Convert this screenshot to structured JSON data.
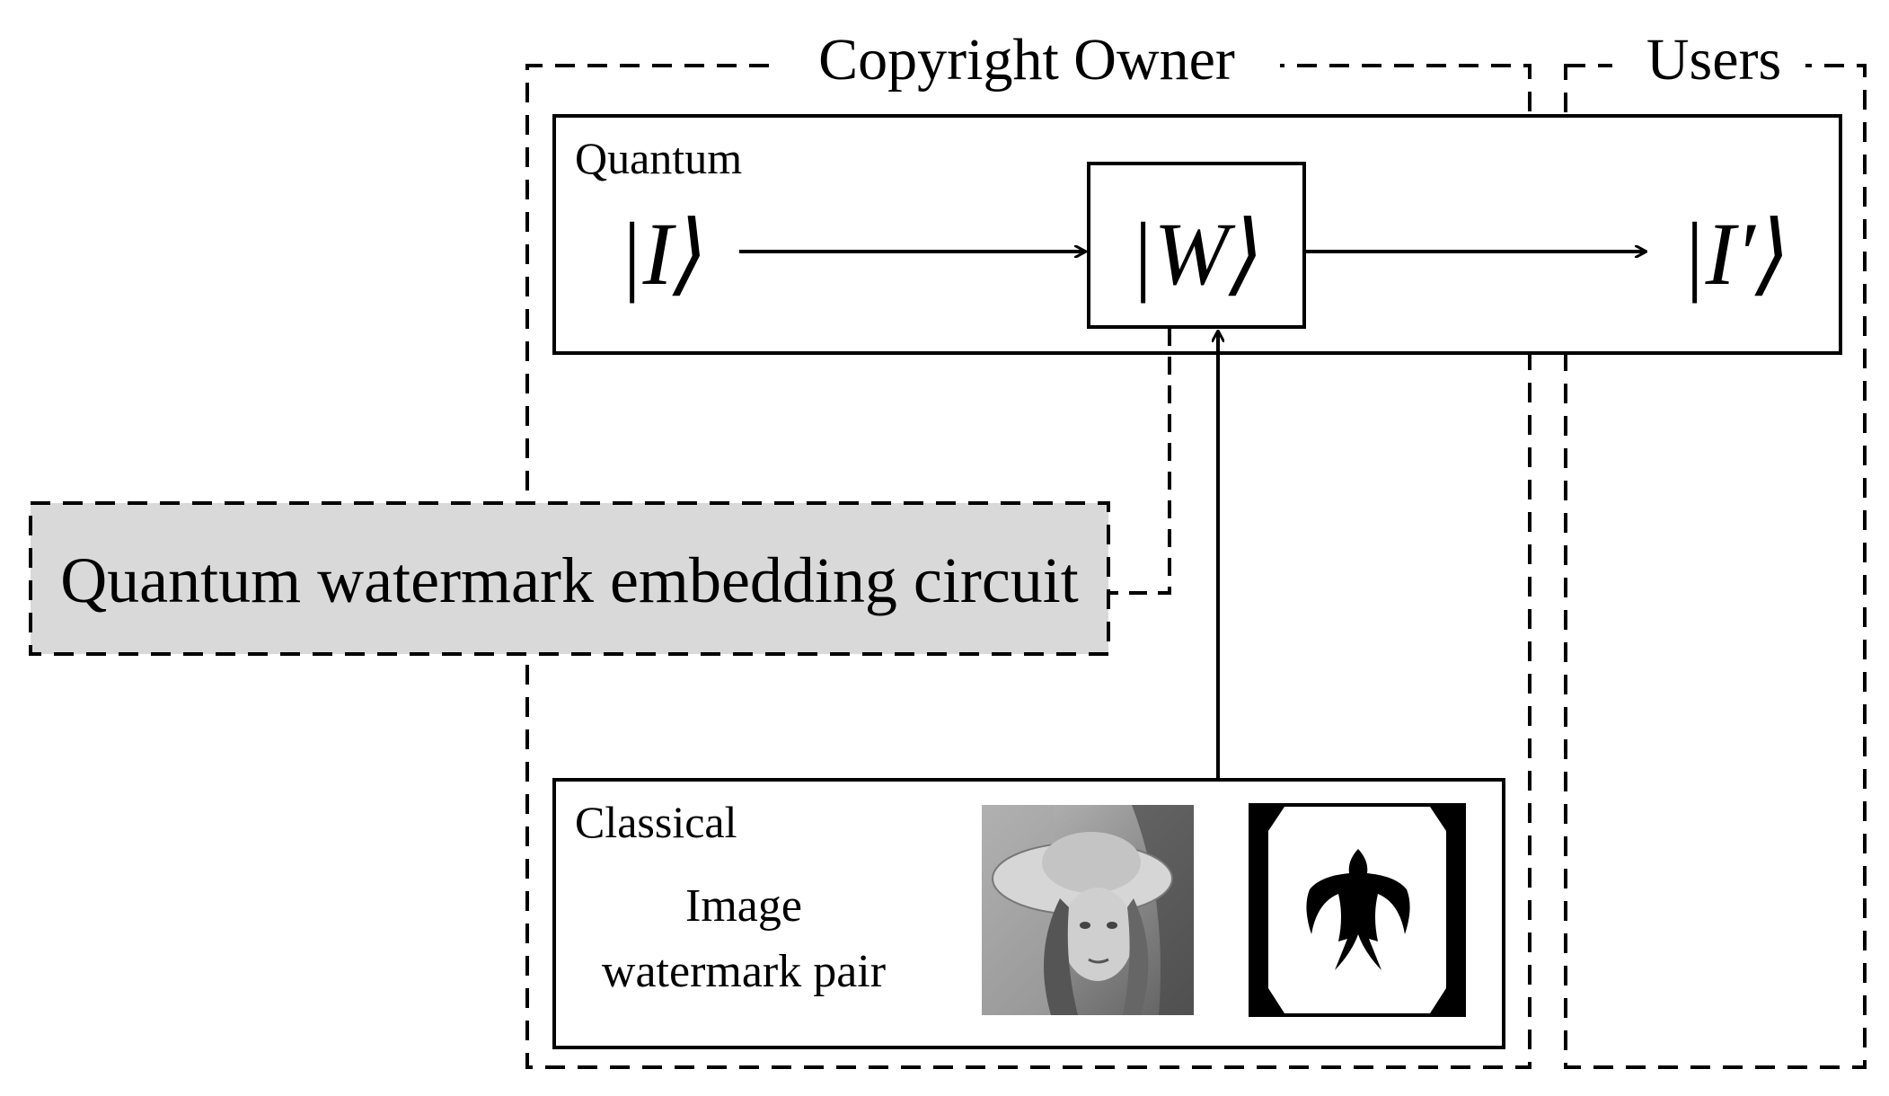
{
  "diagram": {
    "groups": {
      "copyright_owner": "Copyright Owner",
      "users": "Users"
    },
    "quantum_box": {
      "label": "Quantum",
      "input_state": "|I⟩",
      "operator_state": "|W⟩",
      "output_state": "|I′⟩"
    },
    "circuit_label": "Quantum watermark embedding circuit",
    "classical_box": {
      "label": "Classical",
      "pair_line1": "Image",
      "pair_line2": "watermark pair"
    },
    "colors": {
      "stroke": "#000000",
      "circuit_fill": "#d9d9d9",
      "background": "#ffffff"
    },
    "icons": {
      "carrier_image": "portrait-photo-icon",
      "watermark_image": "bird-emblem-icon"
    }
  }
}
